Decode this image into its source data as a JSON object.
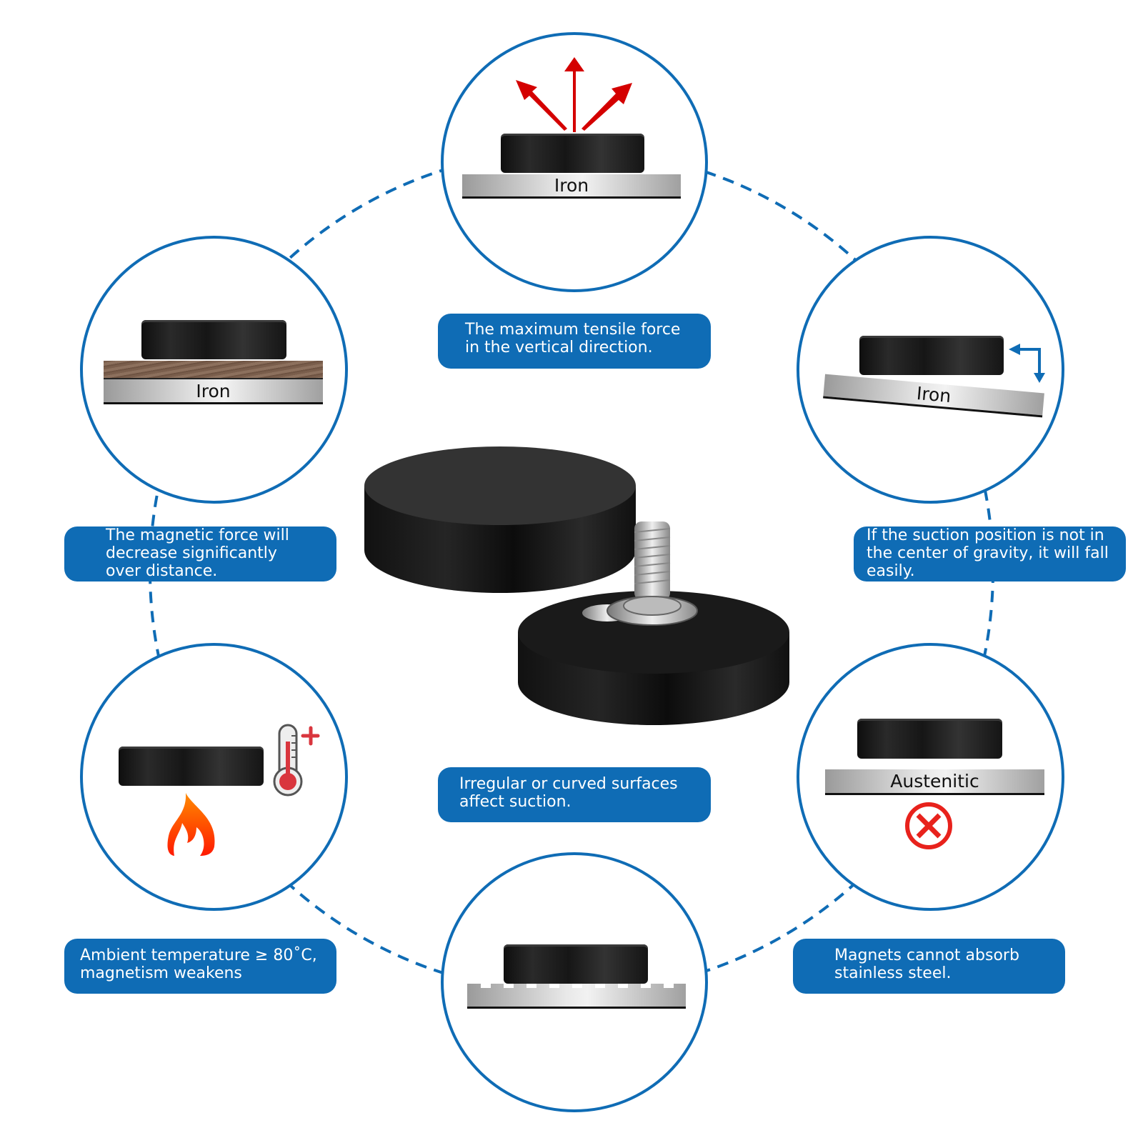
{
  "colors": {
    "accent": "#0f6cb5",
    "arrow_red": "#d40000",
    "error_red": "#e8221c"
  },
  "panels": [
    {
      "id": "top",
      "plate_label": "Iron",
      "caption": "The maximum tensile force\nin the vertical direction.",
      "icon": "arrows-up-icon"
    },
    {
      "id": "upper-left",
      "plate_label": "Iron",
      "caption": "The magnetic force will\ndecrease significantly\nover distance.",
      "icon": "wood-spacer"
    },
    {
      "id": "upper-right",
      "plate_label": "Iron",
      "caption": "If the suction position is not in\nthe center of gravity, it will fall\neasily.",
      "icon": "offset-arrow-icon"
    },
    {
      "id": "lower-left",
      "plate_label": "",
      "caption": "Ambient temperature ≥ 80˚C,\nmagnetism weakens",
      "icon": "thermometer-flame-icon"
    },
    {
      "id": "lower-right",
      "plate_label": "Austenitic",
      "caption": "Magnets cannot absorb\nstainless steel.",
      "icon": "error-x-icon"
    },
    {
      "id": "bottom",
      "plate_label": "",
      "caption": "Irregular or curved surfaces\naffect suction.",
      "icon": "uneven-surface"
    }
  ]
}
